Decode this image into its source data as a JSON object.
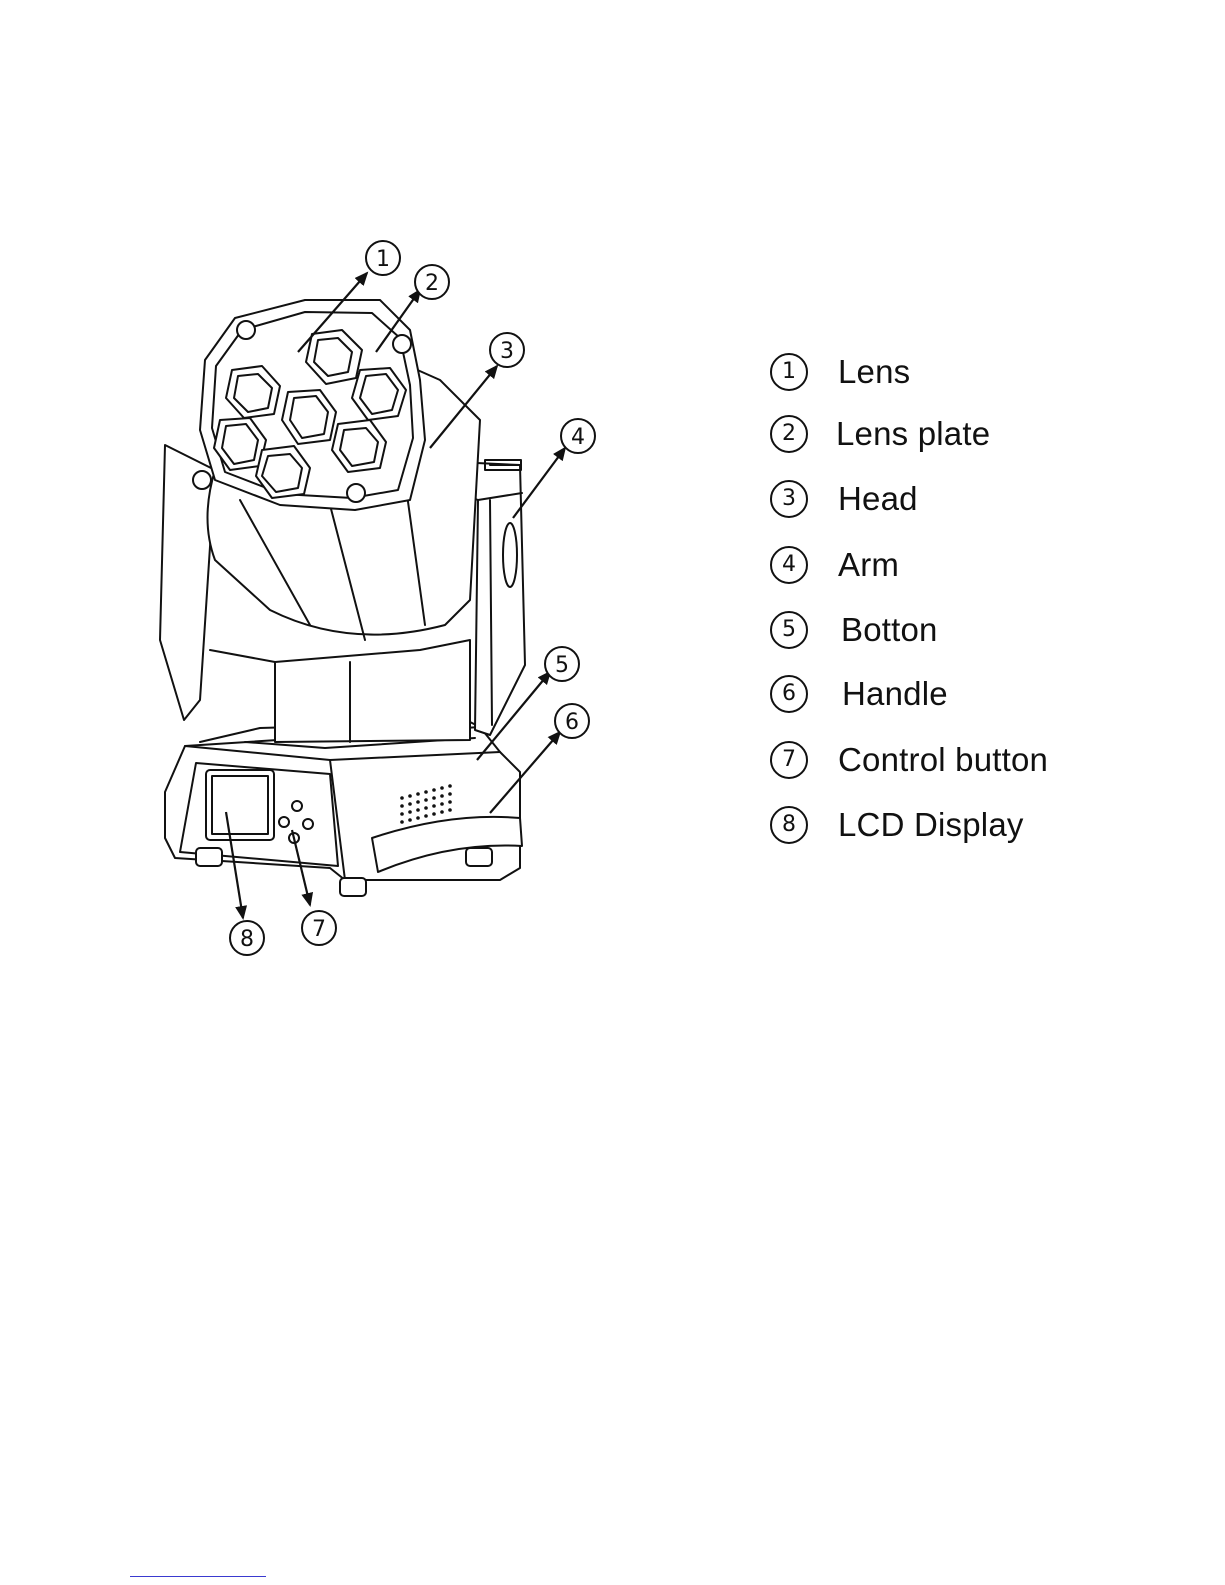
{
  "callouts": [
    {
      "number": "1",
      "label": "Lens"
    },
    {
      "number": "2",
      "label": "Lens plate"
    },
    {
      "number": "3",
      "label": "Head"
    },
    {
      "number": "4",
      "label": "Arm"
    },
    {
      "number": "5",
      "label": "Botton"
    },
    {
      "number": "6",
      "label": "Handle"
    },
    {
      "number": "7",
      "label": "Control button"
    },
    {
      "number": "8",
      "label": "LCD Display"
    }
  ],
  "colors": {
    "line": "#111111",
    "fill": "#ffffff",
    "rule": "#3a3ad0"
  }
}
